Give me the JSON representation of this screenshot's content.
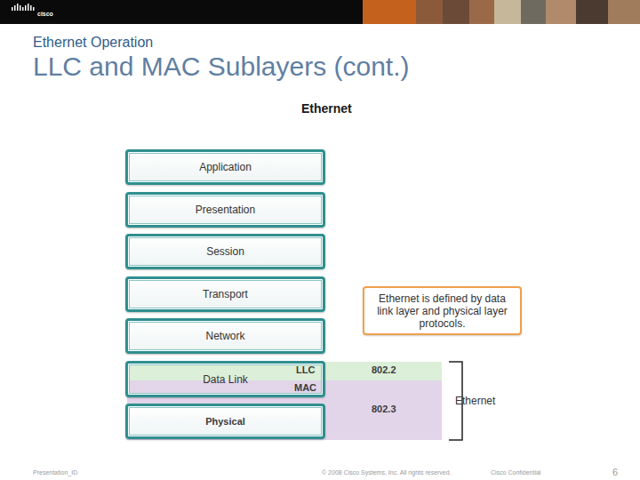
{
  "diagram": {
    "title": "LLC and MAC Sublayers (cont.)",
    "nodes": [
      {
        "text": [
          "Application"
        ]
      },
      {
        "text": [
          "Presentation"
        ]
      },
      {
        "text": [
          "Session"
        ]
      },
      {
        "text": [
          "Transport"
        ]
      },
      {
        "text": [
          "Network"
        ]
      },
      {
        "text": [
          "LLC",
          "802.2"
        ]
      },
      {
        "text": [
          "Data Link"
        ]
      },
      {
        "text": [
          "MAC",
          "802.3"
        ]
      },
      {
        "text": [
          "Physical"
        ],
        "in": 7
      },
      {
        "text": [
          "Ethernet is defined by data link layer and physical layer protocols."
        ]
      }
    ],
    "labels": [
      "cisco",
      "Ethernet Operation",
      "Ethernet",
      "Ethernet",
      "Presentation_ID",
      "© 2008 Cisco Systems, Inc. All rights reserved.",
      "Cisco Confidential",
      "6"
    ]
  }
}
